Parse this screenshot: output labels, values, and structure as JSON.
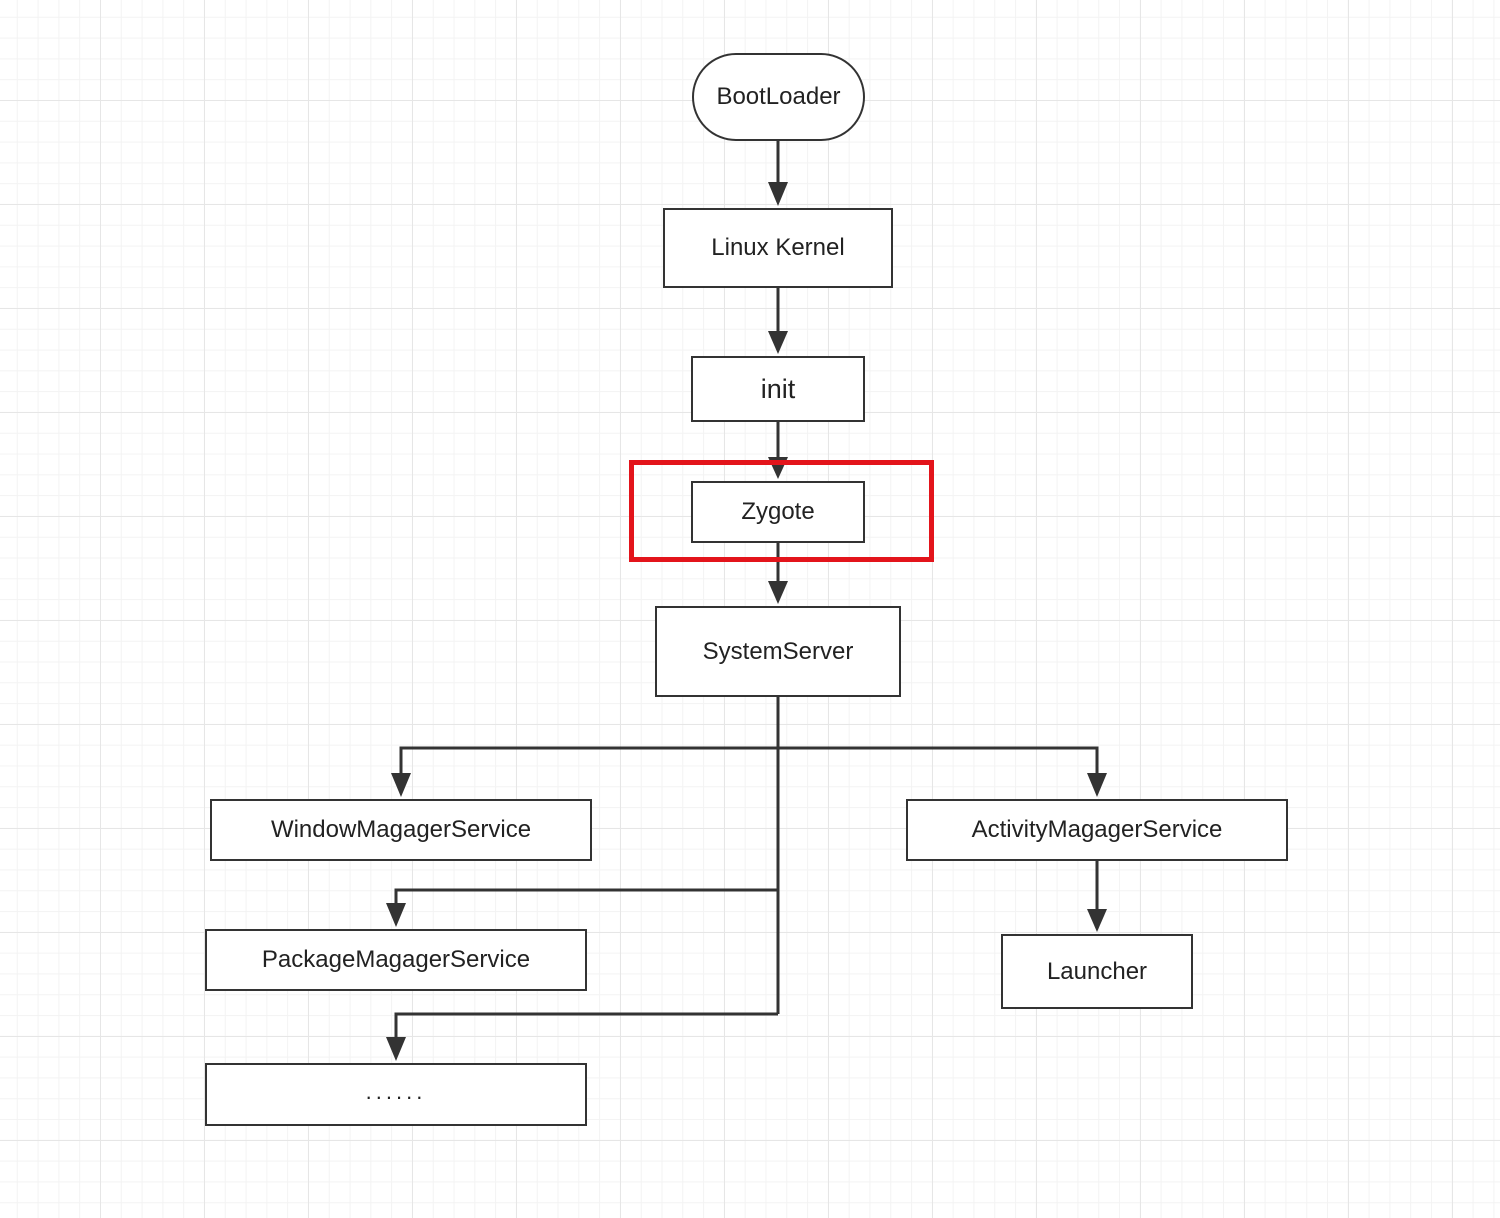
{
  "diagram": {
    "nodes": [
      {
        "id": "bootloader",
        "label": "BootLoader",
        "shape": "rounded"
      },
      {
        "id": "kernel",
        "label": "Linux Kernel",
        "shape": "rect"
      },
      {
        "id": "init",
        "label": "init",
        "shape": "rect"
      },
      {
        "id": "zygote",
        "label": "Zygote",
        "shape": "rect",
        "highlighted": true
      },
      {
        "id": "systemserver",
        "label": "SystemServer",
        "shape": "rect"
      },
      {
        "id": "wms",
        "label": "WindowMagagerService",
        "shape": "rect"
      },
      {
        "id": "ams",
        "label": "ActivityMagagerService",
        "shape": "rect"
      },
      {
        "id": "pms",
        "label": "PackageMagagerService",
        "shape": "rect"
      },
      {
        "id": "launcher",
        "label": "Launcher",
        "shape": "rect"
      },
      {
        "id": "more",
        "label": "......",
        "shape": "rect"
      }
    ],
    "edges": [
      {
        "from": "bootloader",
        "to": "kernel"
      },
      {
        "from": "kernel",
        "to": "init"
      },
      {
        "from": "init",
        "to": "zygote"
      },
      {
        "from": "zygote",
        "to": "systemserver"
      },
      {
        "from": "systemserver",
        "to": "wms"
      },
      {
        "from": "systemserver",
        "to": "ams"
      },
      {
        "from": "systemserver",
        "to": "pms"
      },
      {
        "from": "systemserver",
        "to": "more"
      },
      {
        "from": "ams",
        "to": "launcher"
      }
    ],
    "colors": {
      "stroke": "#333333",
      "highlight": "#e3141b",
      "grid": "#e6e6e6"
    }
  }
}
